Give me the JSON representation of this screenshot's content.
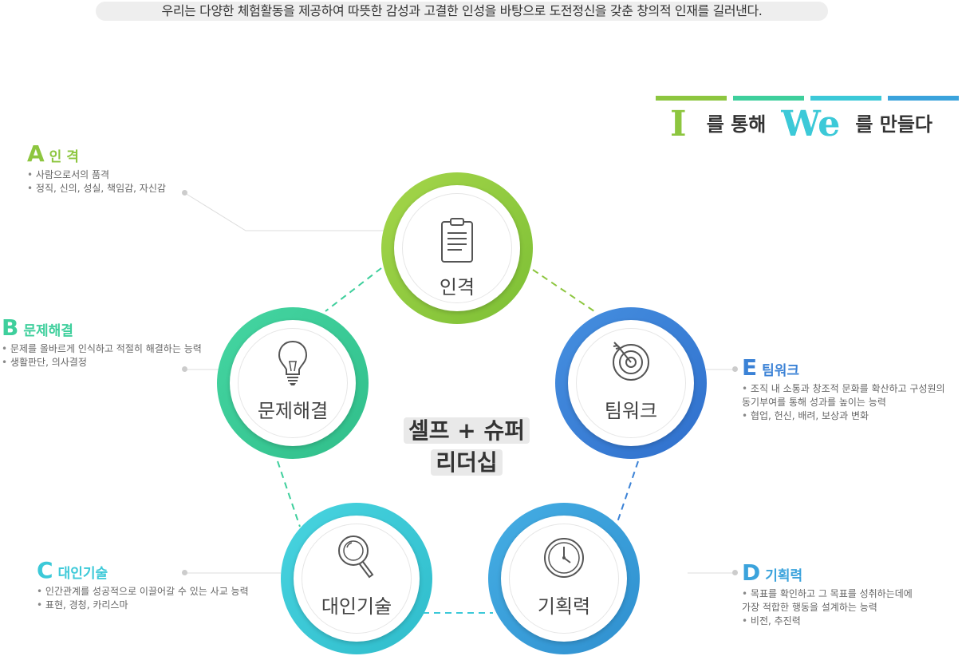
{
  "intro": "우리는 다양한 체험활동을 제공하여 따뜻한 감성과 고결한 인성을 바탕으로 도전정신을 갖춘 창의적 인재를 길러낸다.",
  "slogan": {
    "i": "I",
    "mid": "를 통해",
    "we": "We",
    "end": "를 만들다"
  },
  "colors": {
    "green": "#8dc63f",
    "teal": "#3ecf9c",
    "cyan": "#3cc9d8",
    "blue": "#3b82d6",
    "skyblue": "#3ba3dc"
  },
  "center": {
    "line1": "셀프 + 슈퍼",
    "line2": "리더십"
  },
  "circles": {
    "a": {
      "label": "인격",
      "icon": "clipboard-icon"
    },
    "b": {
      "label": "문제해결",
      "icon": "lightbulb-icon"
    },
    "c": {
      "label": "대인기술",
      "icon": "magnifier-icon"
    },
    "d": {
      "label": "기획력",
      "icon": "clock-icon"
    },
    "e": {
      "label": "팀워크",
      "icon": "target-icon"
    }
  },
  "desc": {
    "a": {
      "letter": "A",
      "title": "인 격",
      "items": [
        "사람으로서의 품격",
        "정직, 신의, 성실, 책임감, 자신감"
      ]
    },
    "b": {
      "letter": "B",
      "title": "문제해결",
      "items": [
        "문제를 올바르게 인식하고 적절히 해결하는 능력",
        "생활판단, 의사결정"
      ]
    },
    "c": {
      "letter": "C",
      "title": "대인기술",
      "items": [
        "인간관계를 성공적으로 이끌어갈 수 있는 사교 능력",
        "표현, 경청, 카리스마"
      ]
    },
    "d": {
      "letter": "D",
      "title": "기획력",
      "items": [
        "목표를 확인하고 그 목표를 성취하는데에",
        "가장 적합한 행동을 설계하는 능력",
        "비전, 추진력"
      ]
    },
    "e": {
      "letter": "E",
      "title": "팀워크",
      "items": [
        "조직 내 소통과 창조적 문화를 확산하고 구성원의",
        "동기부여를 통해 성과를 높이는 능력",
        "협업, 헌신, 배려, 보상과 변화"
      ]
    }
  }
}
